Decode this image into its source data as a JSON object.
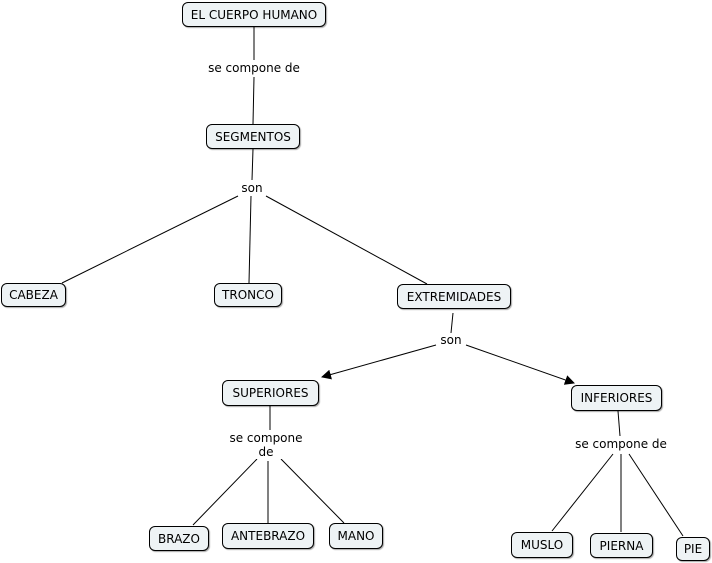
{
  "diagram": {
    "concepts": {
      "root": "EL CUERPO HUMANO",
      "segmentos": "SEGMENTOS",
      "cabeza": "CABEZA",
      "tronco": "TRONCO",
      "extremidades": "EXTREMIDADES",
      "superiores": "SUPERIORES",
      "inferiores": "INFERIORES",
      "brazo": "BRAZO",
      "antebrazo": "ANTEBRAZO",
      "mano": "MANO",
      "muslo": "MUSLO",
      "pierna": "PIERNA",
      "pie": "PIE"
    },
    "links": {
      "root_segmentos": "se compone de",
      "segmentos_son": "son",
      "extremidades_son": "son",
      "superiores_compone": "se compone\nde",
      "inferiores_compone": "se compone de"
    },
    "colors": {
      "node_fill": "#eef3f5",
      "node_border": "#000000",
      "line": "#000000"
    }
  }
}
